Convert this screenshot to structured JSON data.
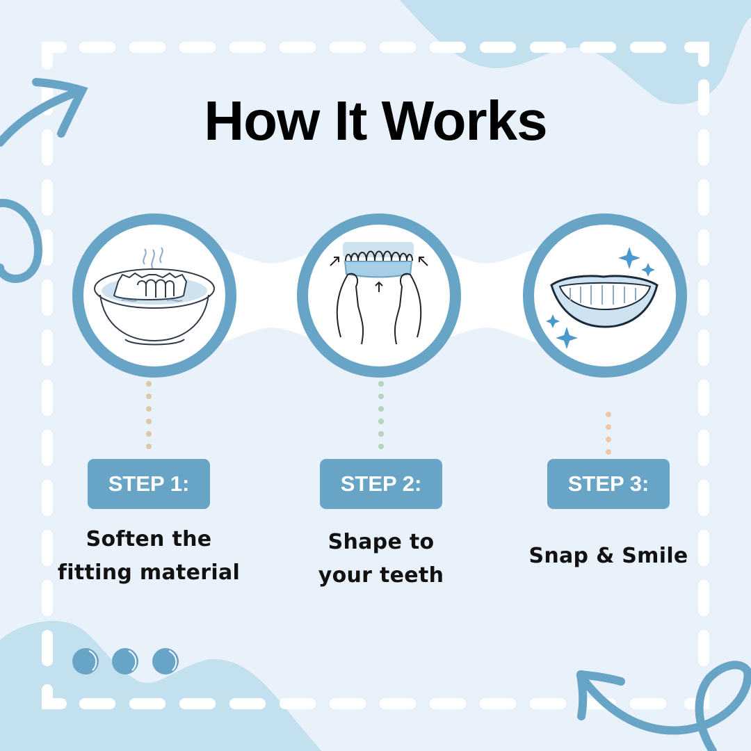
{
  "title": "How It Works",
  "colors": {
    "background": "#e9f1fb",
    "blob": "#c2e0ee",
    "accent": "#68a4c6",
    "frame_dash": "#ffffff",
    "text": "#000000",
    "dots_step1": "#dccaa6",
    "dots_step2": "#b5d3bd",
    "dots_step3": "#f0c6a8"
  },
  "steps": [
    {
      "badge": "STEP 1:",
      "line1": "Soften the",
      "line2": "fitting material",
      "icon": "bowl-hot-water-teeth-icon"
    },
    {
      "badge": "STEP 2:",
      "line1": "Shape to",
      "line2": "your teeth",
      "icon": "hands-shaping-aligner-icon"
    },
    {
      "badge": "STEP 3:",
      "line1": "Snap & Smile",
      "line2": "",
      "icon": "sparkling-smile-icon"
    }
  ],
  "decor": {
    "carousel_dots": 3
  }
}
